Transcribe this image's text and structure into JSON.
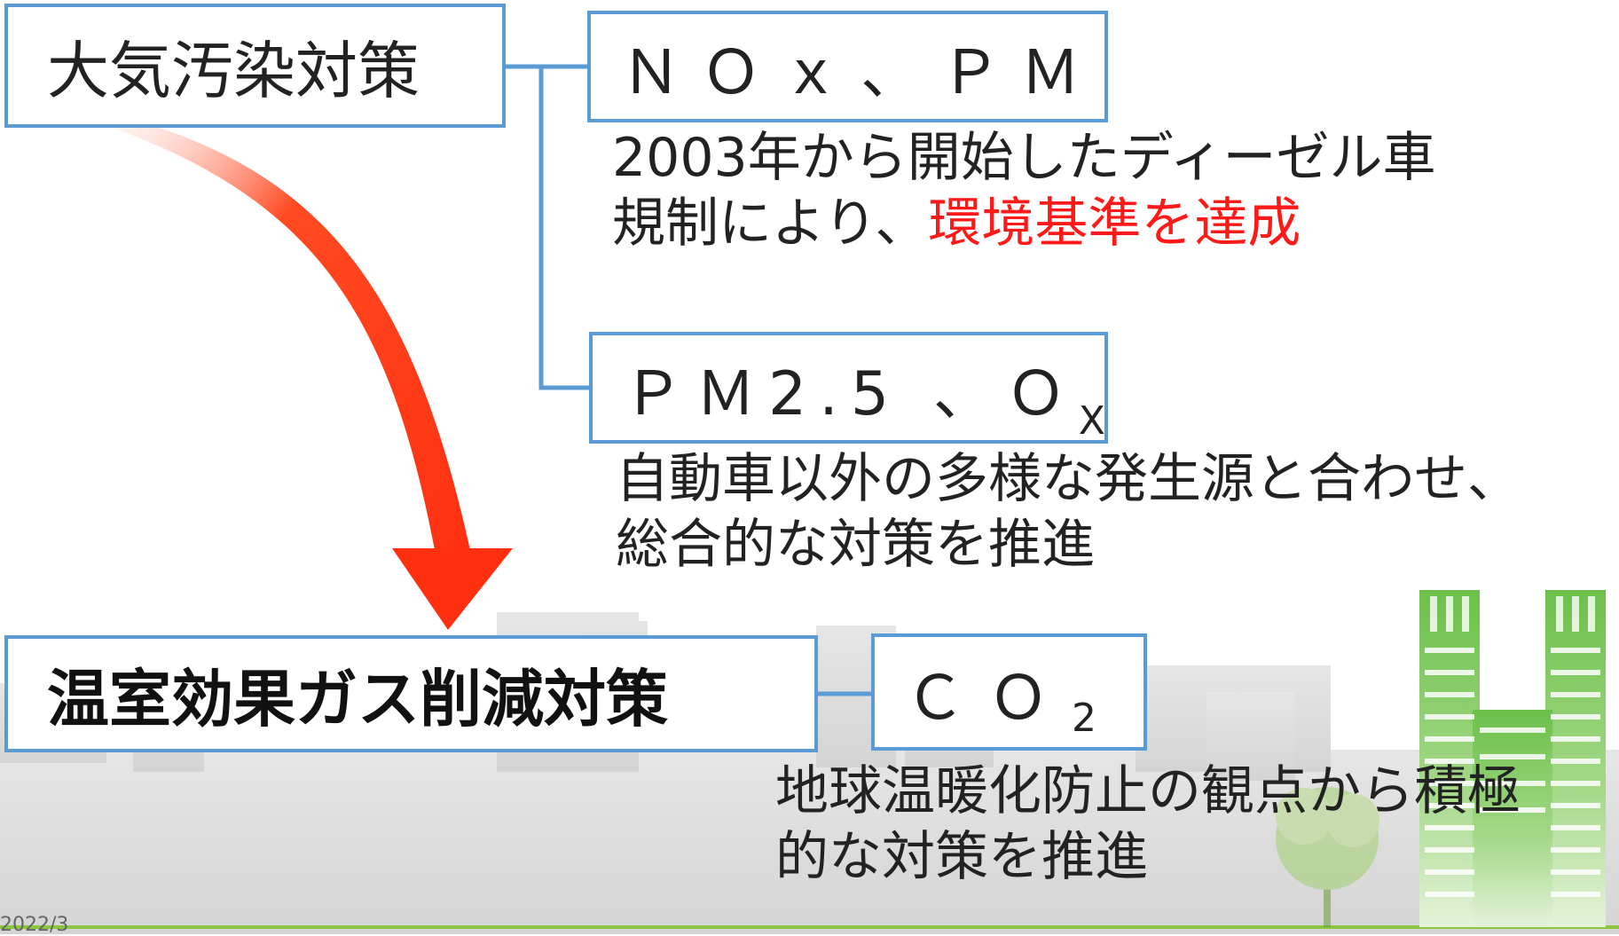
{
  "air": {
    "title": "大気汚染対策",
    "nox_label": "ＮＯｘ、ＰＭ",
    "nox_desc_line1": "2003年から開始したディーゼル車",
    "nox_desc_line2_pre": "規制により、",
    "nox_desc_line2_highlight": "環境基準を達成",
    "pm_label_main": "ＰＭ2.5 、Ｏ",
    "pm_label_sub": "X",
    "pm_desc_line1": "自動車以外の多様な発生源と合わせ、",
    "pm_desc_line2": "総合的な対策を推進"
  },
  "ghg": {
    "title": "温室効果ガス削減対策",
    "co2_label_main": "ＣＯ",
    "co2_label_sub": "2",
    "co2_desc_line1": "地球温暖化防止の観点から積極",
    "co2_desc_line2": "的な対策を推進"
  },
  "footer": {
    "date": "2022/3"
  },
  "colors": {
    "box_border": "#5b9bd5",
    "connector": "#5b9bd5",
    "arrow": "#ff3a1a",
    "highlight": "#ff1a1a",
    "building_green": "#7dc242",
    "skyline_gray": "#dcdcdc"
  }
}
